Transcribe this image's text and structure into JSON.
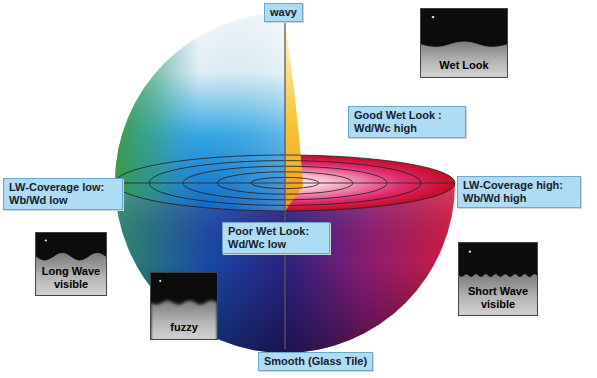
{
  "diagram": {
    "nodes": [
      {
        "text": [
          "wavy"
        ]
      },
      {
        "text": [
          "Wet Look"
        ]
      },
      {
        "text": [
          "Good Wet Look : Wd/Wc high"
        ]
      },
      {
        "text": [
          "LW-Coverage low: Wb/Wd low"
        ]
      },
      {
        "text": [
          "LW-Coverage high: Wb/Wd high"
        ]
      },
      {
        "text": [
          "Poor Wet Look: Wd/Wc low"
        ]
      },
      {
        "text": [
          "Long Wave visible"
        ]
      },
      {
        "text": [
          "Short Wave visible"
        ]
      },
      {
        "text": [
          "fuzzy"
        ]
      },
      {
        "text": [
          "Smooth (Glass Tile)"
        ]
      }
    ]
  }
}
